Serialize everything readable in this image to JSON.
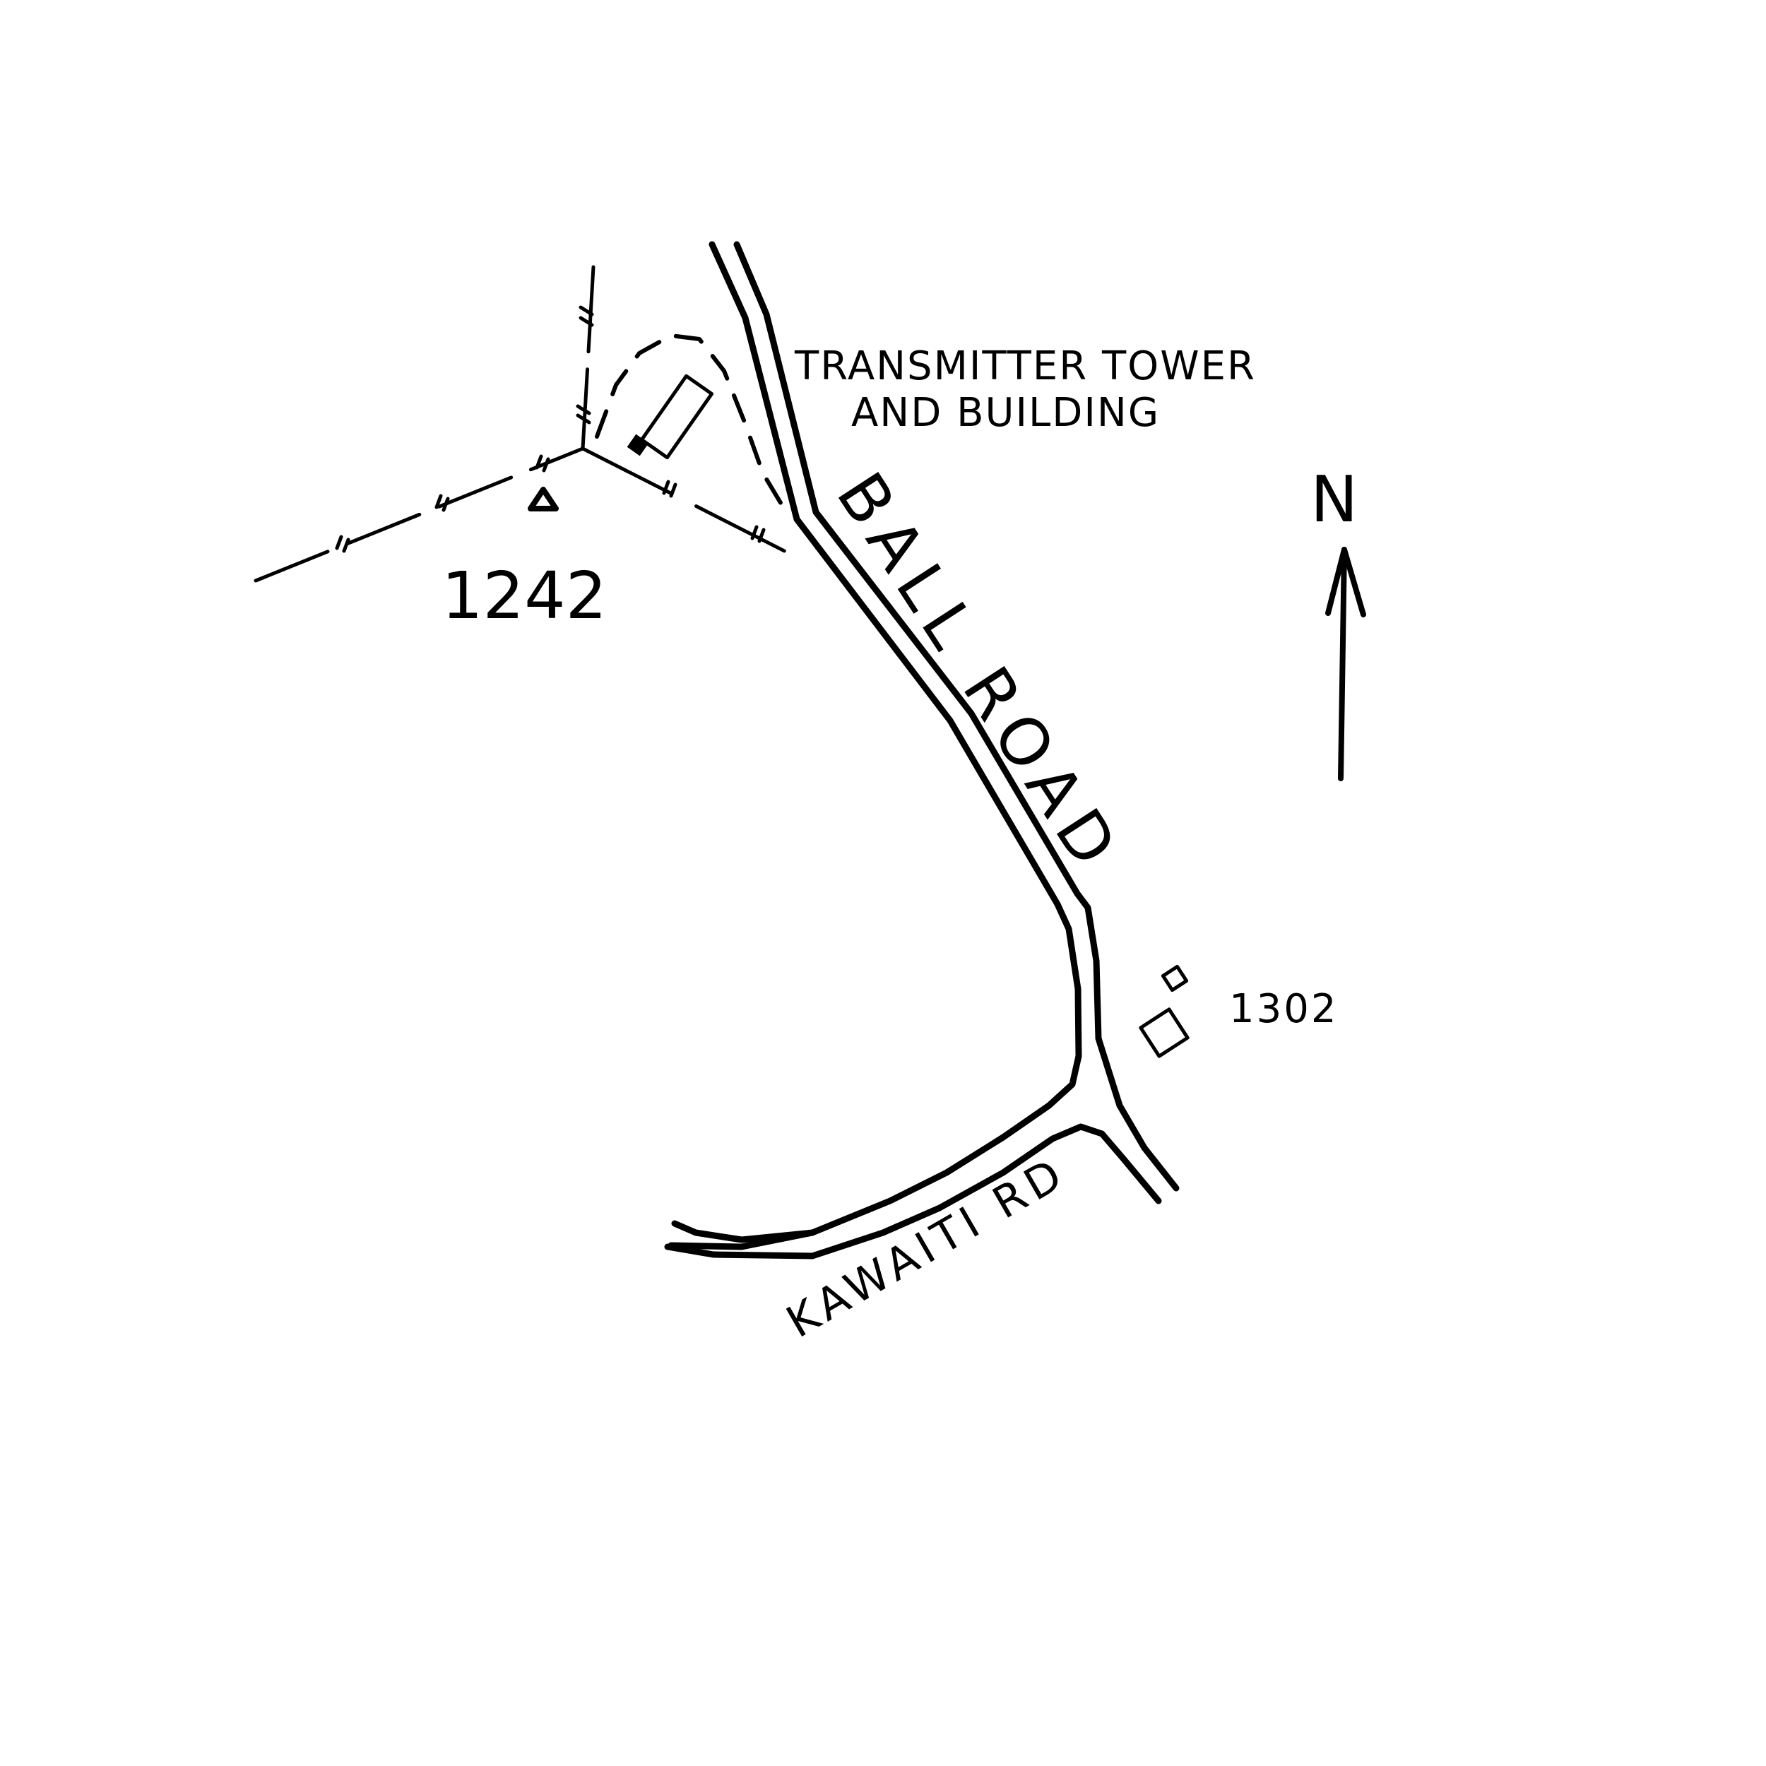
{
  "map": {
    "labels": {
      "trig_station_number": "1242",
      "transmitter_line1": "TRANSMITTER TOWER",
      "transmitter_line2": "AND BUILDING",
      "ball_road": "BALL ROAD",
      "kawaiti_road": "KAWAITI RD",
      "house_number": "1302",
      "north": "N"
    },
    "symbols": {
      "trig_station": "triangle-marker-icon",
      "transmitter_building": "rectangle-building-icon",
      "houses": "square-house-icon",
      "north_arrow": "north-arrow-icon"
    },
    "colors": {
      "ink": "#000000",
      "paper": "#ffffff"
    }
  }
}
